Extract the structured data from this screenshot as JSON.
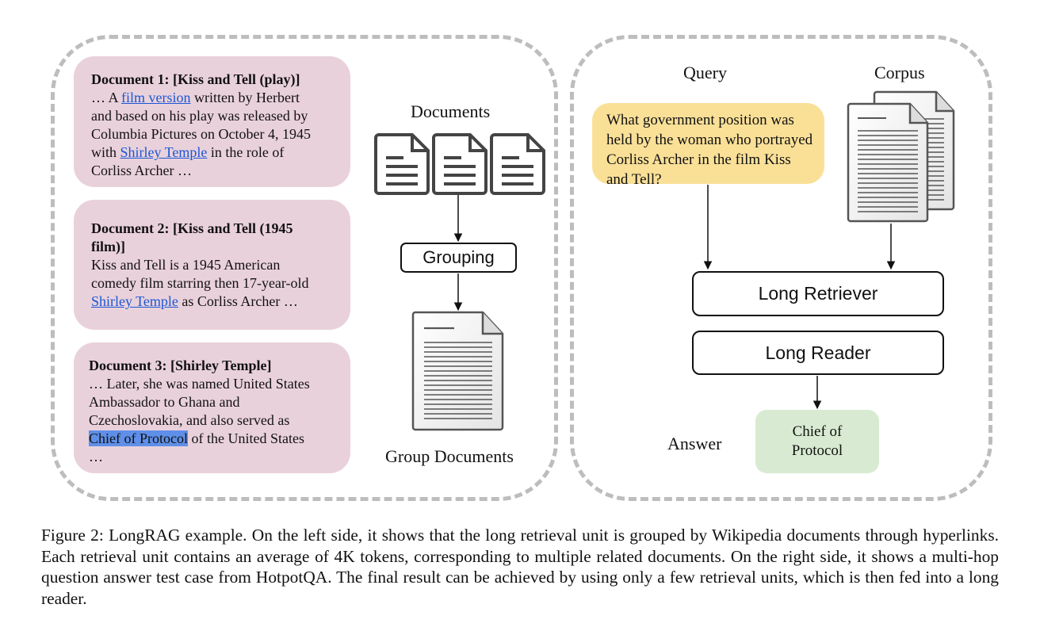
{
  "left_panel": {
    "documents": [
      {
        "title": "Document 1: [Kiss and Tell (play)]",
        "lines": [
          [
            {
              "t": "… A ",
              "style": "plain"
            },
            {
              "t": "film version",
              "style": "link"
            },
            {
              "t": " written by Herbert",
              "style": "plain"
            }
          ],
          [
            {
              "t": "and based on his play was released by",
              "style": "plain"
            }
          ],
          [
            {
              "t": "Columbia Pictures on October 4, 1945",
              "style": "plain"
            }
          ],
          [
            {
              "t": "with ",
              "style": "plain"
            },
            {
              "t": "Shirley Temple",
              "style": "link"
            },
            {
              "t": " in the role of",
              "style": "plain"
            }
          ],
          [
            {
              "t": "Corliss Archer …",
              "style": "plain"
            }
          ]
        ]
      },
      {
        "title": "Document 2: [Kiss and Tell (1945 film)]",
        "lines": [
          [
            {
              "t": "Kiss and Tell is a 1945 American",
              "style": "plain"
            }
          ],
          [
            {
              "t": "comedy film starring then 17-year-old",
              "style": "plain"
            }
          ],
          [
            {
              "t": "Shirley Temple",
              "style": "link"
            },
            {
              "t": " as Corliss Archer …",
              "style": "plain"
            }
          ]
        ]
      },
      {
        "title": "Document 3: [Shirley Temple]",
        "lines": [
          [
            {
              "t": "… Later, she was named United States",
              "style": "plain"
            }
          ],
          [
            {
              "t": "Ambassador to Ghana and",
              "style": "plain"
            }
          ],
          [
            {
              "t": "Czechoslovakia, and also served as",
              "style": "plain"
            }
          ],
          [
            {
              "t": "Chief of Protocol",
              "style": "highlight"
            },
            {
              "t": " of the United States",
              "style": "plain"
            }
          ],
          [
            {
              "t": "…",
              "style": "plain"
            }
          ]
        ]
      }
    ],
    "documents_label": "Documents",
    "grouping_label": "Grouping",
    "group_documents_label": "Group Documents"
  },
  "right_panel": {
    "query_label": "Query",
    "corpus_label": "Corpus",
    "query_text": "What government position was held by the woman who portrayed Corliss Archer in the film Kiss and Tell?",
    "retriever_label": "Long Retriever",
    "reader_label": "Long Reader",
    "answer_label": "Answer",
    "answer_text": "Chief of Protocol"
  },
  "caption": "Figure 2: LongRAG example. On the left side, it shows that the long retrieval unit is grouped by Wikipedia documents through hyperlinks. Each retrieval unit contains an average of 4K tokens, corresponding to multiple related documents. On the right side, it shows a multi-hop question answer test case from HotpotQA. The final result can be achieved by using only a few retrieval units, which is then fed into a long reader.",
  "colors": {
    "doc_card": "#e9d1db",
    "link": "#1a56d6",
    "highlight": "#5f8fe8",
    "query_box": "#fae097",
    "answer_box": "#d8ebd2",
    "dashed_border": "#bdbdbd"
  },
  "icons": [
    "document-icon",
    "group-document-icon",
    "corpus-stack-icon"
  ]
}
